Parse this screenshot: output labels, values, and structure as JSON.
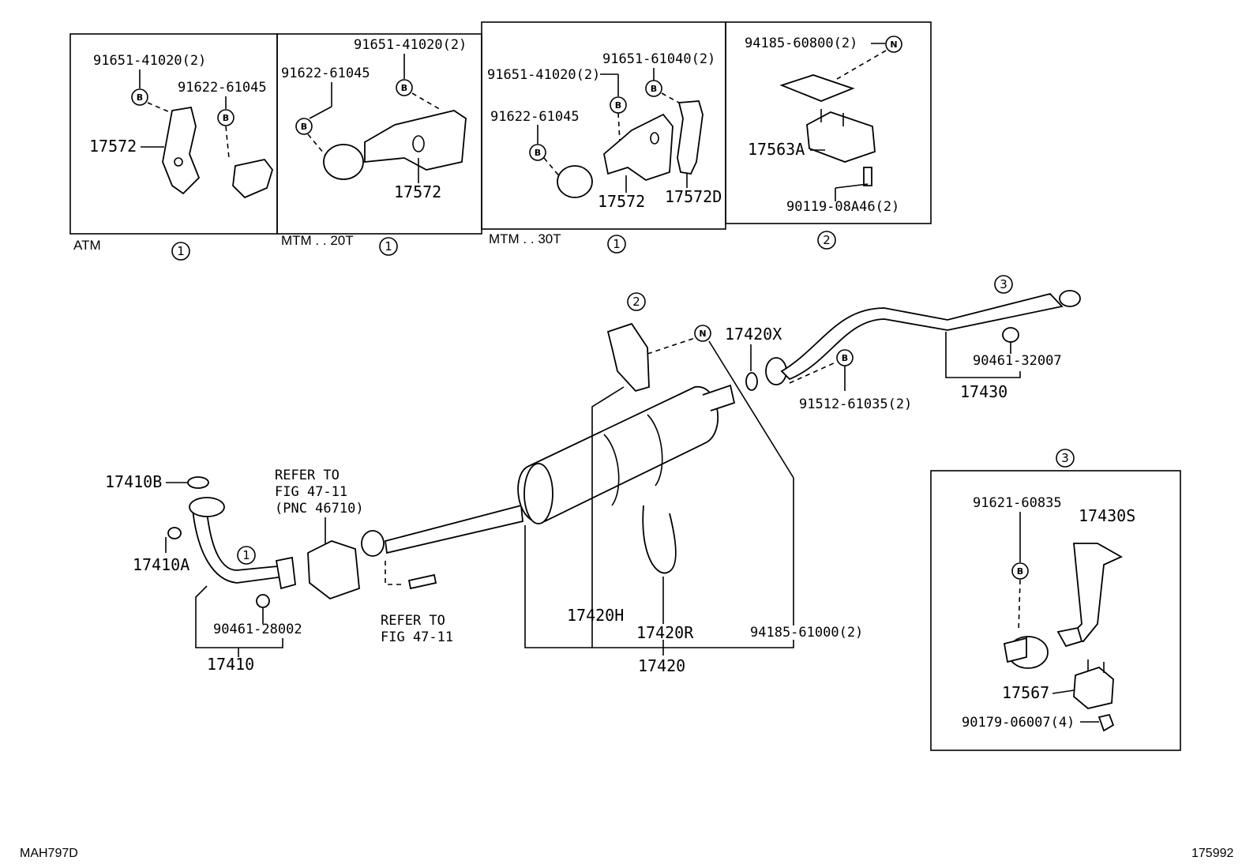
{
  "diagram_id": "175992",
  "page_code": "MAH797D",
  "panels": {
    "atm": {
      "variant": "ATM",
      "callout": "1",
      "part_bolt": "91651-41020(2)",
      "part_stay": "91622-61045",
      "part_bracket": "17572"
    },
    "mtm20": {
      "variant": "MTM . . 20T",
      "callout": "1",
      "part_bolt": "91651-41020(2)",
      "part_stay": "91622-61045",
      "part_bracket": "17572"
    },
    "mtm30": {
      "variant": "MTM . . 30T",
      "callout": "1",
      "part_bolt_a": "91651-41020(2)",
      "part_bolt_b": "91651-61040(2)",
      "part_stay": "91622-61045",
      "part_bracket": "17572",
      "part_bracket_d": "17572D"
    },
    "hanger": {
      "callout": "2",
      "part_nut": "94185-60800(2)",
      "part_mount": "17563A",
      "part_bolt": "90119-08A46(2)"
    },
    "tail_support": {
      "callout": "3",
      "part_bolt": "91621-60835",
      "part_bracket": "17430S",
      "part_mount": "17567",
      "part_nut": "90179-06007(4)"
    }
  },
  "main": {
    "gasket_b": "17410B",
    "gasket_a": "17410A",
    "front_pipe": "17410",
    "front_pipe_callout": "1",
    "clamp_front": "90461-28002",
    "refer_upper_1": "REFER TO",
    "refer_upper_2": "FIG 47-11",
    "refer_upper_3": "(PNC 46710)",
    "refer_lower_1": "REFER TO",
    "refer_lower_2": "FIG 47-11",
    "hanger_callout": "2",
    "gasket_x": "17420X",
    "bolt_tail": "91512-61035(2)",
    "tail_callout": "3",
    "clamp_tail": "90461-32007",
    "tail_pipe": "17430",
    "heat_insulator": "17420H",
    "u_bolt": "17420R",
    "nut_main": "94185-61000(2)",
    "muffler_assy": "17420"
  },
  "badges": {
    "bolt": "B",
    "nut": "N"
  }
}
